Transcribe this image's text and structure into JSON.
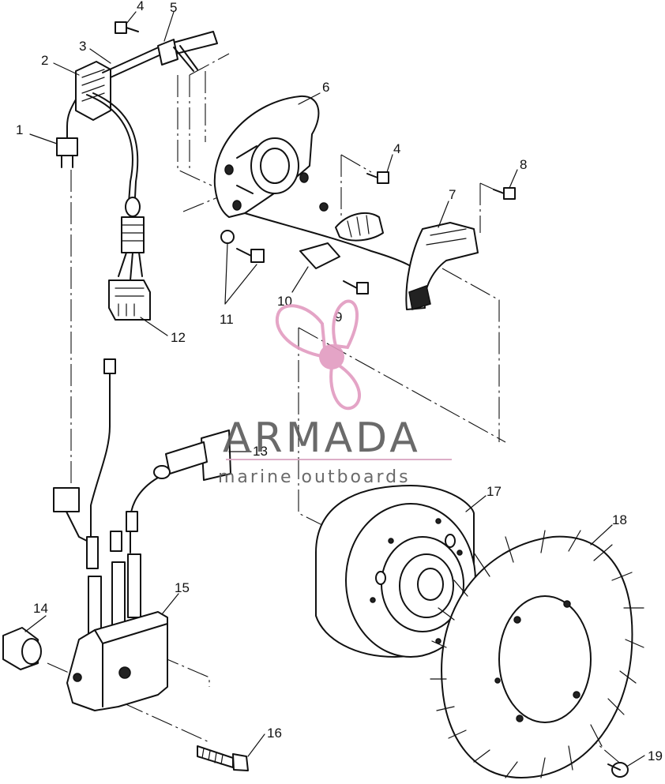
{
  "watermark": {
    "brand": "ARMADA",
    "tagline": "marine outboards",
    "logo_color": "#e29bc0",
    "rule_color": "#d9a6c2"
  },
  "callouts": {
    "c1": "1",
    "c2": "2",
    "c3": "3",
    "c4a": "4",
    "c4b": "4",
    "c5": "5",
    "c6": "6",
    "c7": "7",
    "c8": "8",
    "c9": "9",
    "c10": "10",
    "c11": "11",
    "c12": "12",
    "c13": "13",
    "c14": "14",
    "c15": "15",
    "c16": "16",
    "c17": "17",
    "c18": "18",
    "c19": "19"
  }
}
